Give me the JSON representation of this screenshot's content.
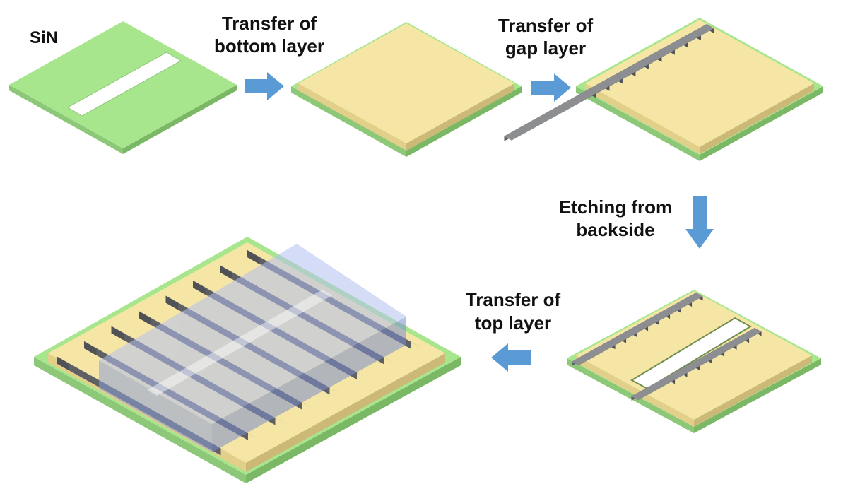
{
  "labels": {
    "material": "SiN",
    "step1": [
      "Transfer of",
      "bottom layer"
    ],
    "step2": [
      "Transfer of",
      "gap layer"
    ],
    "step3": [
      "Etching from",
      "backside"
    ],
    "step4": [
      "Transfer of",
      "top layer"
    ]
  },
  "colors": {
    "substrate": "#a8e68e",
    "substrate_side": "#8cc878",
    "bottom_layer": "#f5e6a6",
    "bottom_layer_side": "#e2cf8a",
    "strip": "#8c8e92",
    "strip_side": "#5e6064",
    "top_layer": "#aab8ea",
    "arrow": "#5b9bd5"
  }
}
